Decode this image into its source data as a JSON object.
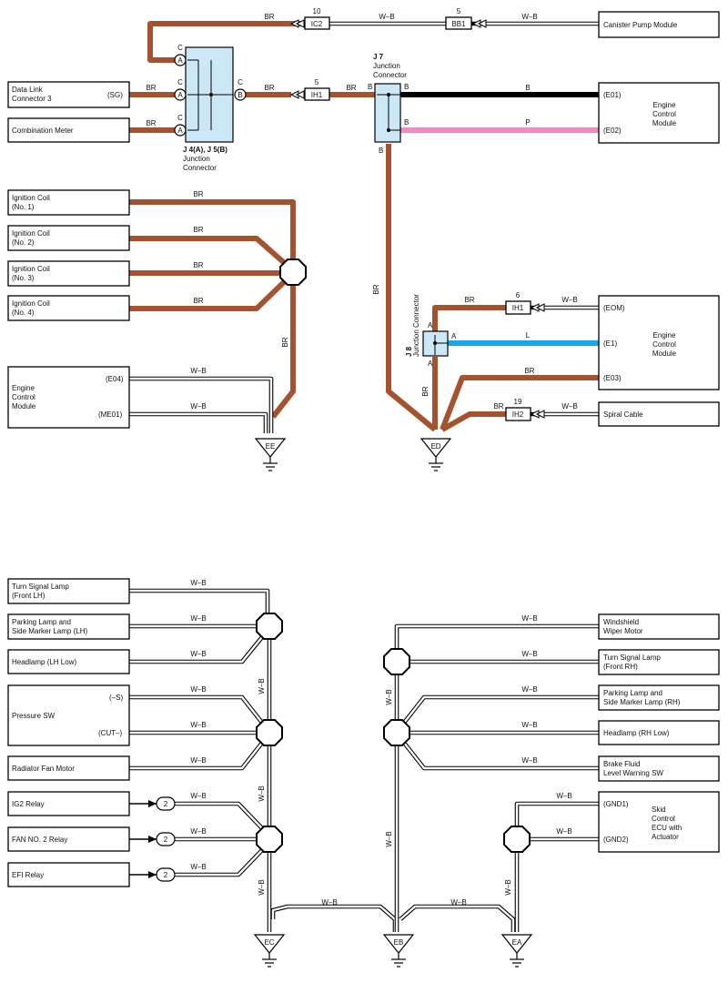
{
  "wires": {
    "br": "BR",
    "wb": "W–B",
    "b": "B",
    "p": "P",
    "l": "L"
  },
  "colors": {
    "br": "#a5532f",
    "b": "#000000",
    "p": "#f08cc0",
    "l": "#1aa7e6",
    "connector_fill": "#cce8f6"
  },
  "icons": [
    "splice-octagon",
    "ground-triangle",
    "connector-arrow"
  ],
  "top": {
    "canister_pump_module": "Canister Pump Module",
    "ic2": {
      "num": "10",
      "name": "IC2"
    },
    "bb1": {
      "num": "5",
      "name": "BB1"
    },
    "data_link_connector_line1": "Data Link",
    "data_link_connector_line2": "Connector 3",
    "sg_pin": "(SG)",
    "combination_meter": "Combination Meter",
    "pin_a": "A",
    "pin_b": "B",
    "pin_c": "C",
    "j4_label_line1": "J 4(A), J 5(B)",
    "j4_label_line2": "Junction",
    "j4_label_line3": "Connector",
    "ih1": {
      "num": "5",
      "name": "IH1"
    },
    "j7_label_line1": "J 7",
    "j7_label_line2": "Junction",
    "j7_label_line3": "Connector",
    "ecm_right_line1": "Engine",
    "ecm_right_line2": "Control",
    "ecm_right_line3": "Module",
    "e01_pin": "(E01)",
    "e02_pin": "(E02)"
  },
  "ignition": {
    "coil1_line1": "Ignition Coil",
    "coil1_line2": "(No. 1)",
    "coil2_line1": "Ignition Coil",
    "coil2_line2": "(No. 2)",
    "coil3_line1": "Ignition Coil",
    "coil3_line2": "(No. 3)",
    "coil4_line1": "Ignition Coil",
    "coil4_line2": "(No. 4)",
    "ecm_line1": "Engine",
    "ecm_line2": "Control",
    "ecm_line3": "Module",
    "e04_pin": "(E04)",
    "me01_pin": "(ME01)",
    "ground_ee": "EE"
  },
  "right_mid": {
    "j8_label_line1": "J 8",
    "j8_label_line2": "Junction Connector",
    "ih1": {
      "num": "6",
      "name": "IH1"
    },
    "ih2": {
      "num": "19",
      "name": "IH2"
    },
    "ecm_line1": "Engine",
    "ecm_line2": "Control",
    "ecm_line3": "Module",
    "eom_pin": "(EOM)",
    "e1_pin": "(E1)",
    "e03_pin": "(E03)",
    "spiral_cable": "Spiral Cable",
    "ground_ed": "ED"
  },
  "bottom_left": {
    "turn_signal_line1": "Turn Signal Lamp",
    "turn_signal_line2": "(Front LH)",
    "parking_line1": "Parking Lamp and",
    "parking_line2": "Side Marker Lamp (LH)",
    "headlamp": "Headlamp (LH Low)",
    "pressure_sw": "Pressure SW",
    "s_pin": "(–S)",
    "cut_pin": "(CUT–)",
    "radiator_fan": "Radiator Fan Motor",
    "ig2_relay": "IG2 Relay",
    "fan2_relay": "FAN NO. 2 Relay",
    "efi_relay": "EFI Relay",
    "relay_pin": "2",
    "ground_ec": "EC"
  },
  "bottom_right": {
    "wiper_line1": "Windshield",
    "wiper_line2": "Wiper Motor",
    "turn_signal_line1": "Turn Signal Lamp",
    "turn_signal_line2": "(Front RH)",
    "parking_line1": "Parking Lamp and",
    "parking_line2": "Side Marker Lamp (RH)",
    "headlamp": "Headlamp (RH Low)",
    "brake_fluid_line1": "Brake Fluid",
    "brake_fluid_line2": "Level Warning SW",
    "skid_line1": "Skid",
    "skid_line2": "Control",
    "skid_line3": "ECU with",
    "skid_line4": "Actuator",
    "gnd1_pin": "(GND1)",
    "gnd2_pin": "(GND2)",
    "ground_eb": "EB",
    "ground_ea": "EA"
  }
}
